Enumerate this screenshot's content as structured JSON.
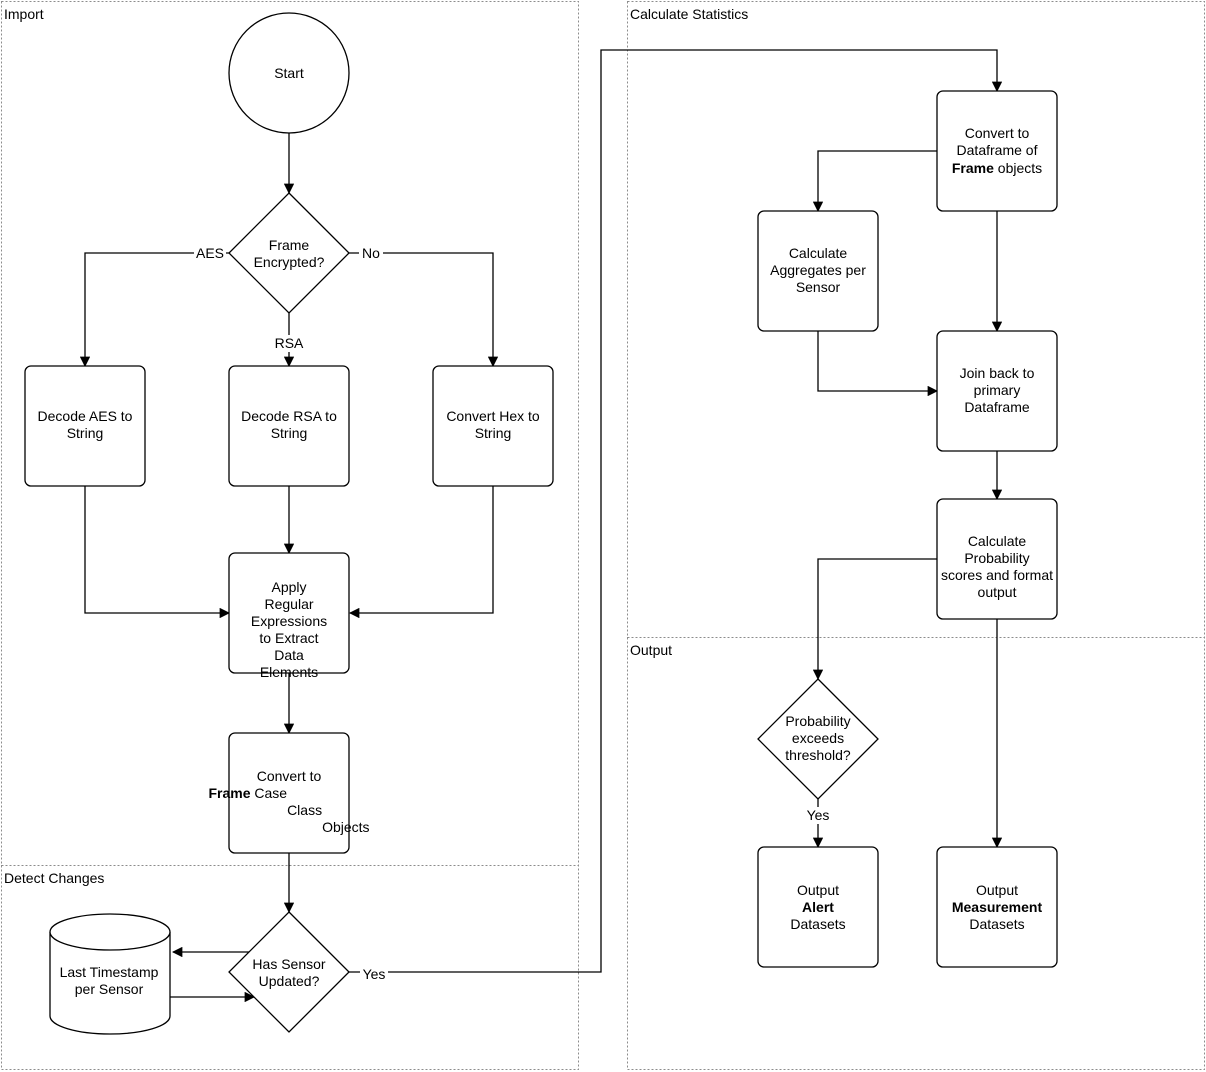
{
  "lanes": {
    "import": "Import",
    "detect_changes": "Detect Changes",
    "calculate_statistics": "Calculate Statistics",
    "output": "Output"
  },
  "nodes": {
    "start": "Start",
    "frame_encrypted": "Frame Encrypted?",
    "decode_aes": "Decode AES to String",
    "decode_rsa": "Decode RSA to String",
    "convert_hex": "Convert Hex to String",
    "apply_regex": "Apply Regular Expressions to Extract Data Elements",
    "convert_frame_case_class": {
      "pre": "Convert to",
      "bold": "Frame",
      "post": "Case Class Objects"
    },
    "last_timestamp": "Last Timestamp per Sensor",
    "has_sensor_updated": "Has Sensor Updated?",
    "convert_dataframe": {
      "pre": "Convert to Dataframe of",
      "bold": "Frame",
      "post": "objects"
    },
    "calc_aggregates": "Calculate Aggregates per Sensor",
    "join_back": "Join back to primary Dataframe",
    "calc_probability": "Calculate Probability scores and format output",
    "probability_threshold": "Probability exceeds threshold?",
    "output_alert": {
      "pre": "Output",
      "bold": "Alert",
      "post": "Datasets"
    },
    "output_measurement": {
      "pre": "Output",
      "bold": "Measurement",
      "post": "Datasets"
    }
  },
  "edge_labels": {
    "aes": "AES",
    "no": "No",
    "rsa": "RSA",
    "yes_sensor": "Yes",
    "yes_threshold": "Yes"
  }
}
